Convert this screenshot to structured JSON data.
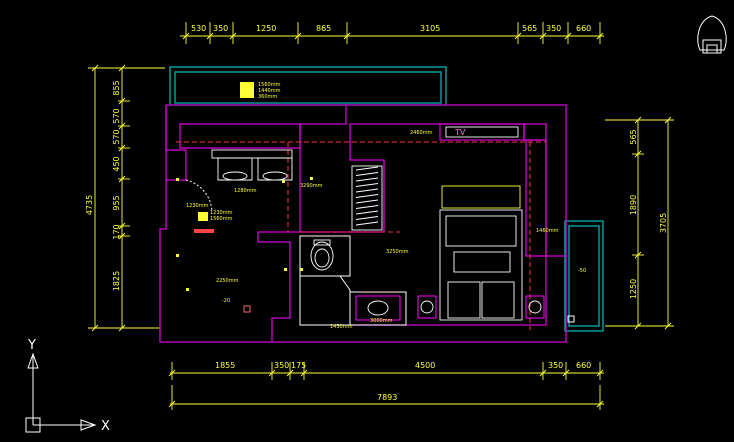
{
  "drawing": {
    "top_dims": [
      "530",
      "350",
      "1250",
      "865",
      "3105",
      "565",
      "350",
      "660"
    ],
    "bottom_dims": [
      "1855",
      "350",
      "175",
      "4500",
      "350",
      "660"
    ],
    "bottom_total": "7893",
    "left_dims": [
      "855",
      "570",
      "570",
      "450",
      "955",
      "170",
      "1825"
    ],
    "left_total": "4735",
    "right_dims": [
      "565",
      "1890",
      "1250"
    ],
    "right_total": "3705",
    "room_labels": [
      "1560mm",
      "1440mm",
      "360mm",
      "1230mm",
      "1560mm",
      "2460mm",
      "1280mm",
      "3290mm",
      "1230mm",
      "3250mm",
      "1460mm",
      "2250mm",
      "-50",
      "-20",
      "1430mm",
      "3000mm"
    ],
    "tv_label": "TV",
    "axis_y": "Y",
    "axis_x": "X"
  }
}
